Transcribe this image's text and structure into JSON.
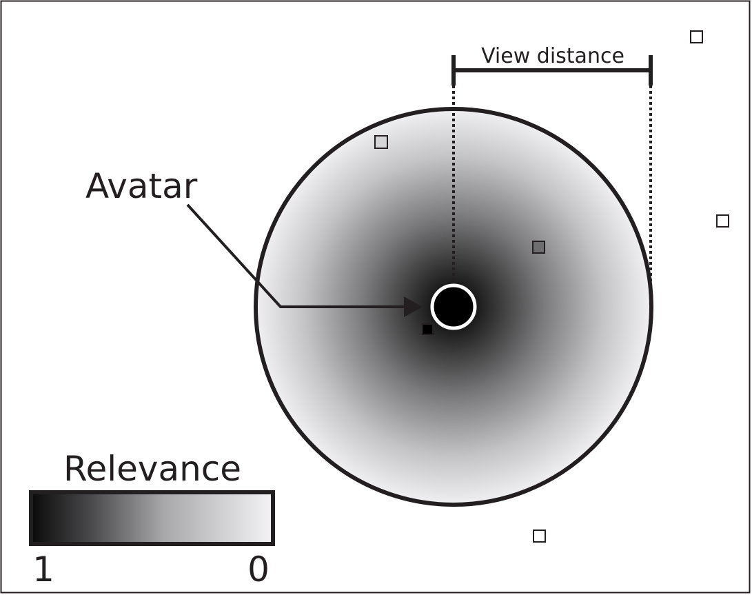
{
  "labels": {
    "avatar": "Avatar",
    "view_distance": "View distance",
    "relevance": "Relevance",
    "scale_max": "1",
    "scale_min": "0"
  },
  "colors": {
    "ink": "#231f20",
    "relevance_high": "#0a0a0a",
    "relevance_low": "#f4f4f6"
  }
}
